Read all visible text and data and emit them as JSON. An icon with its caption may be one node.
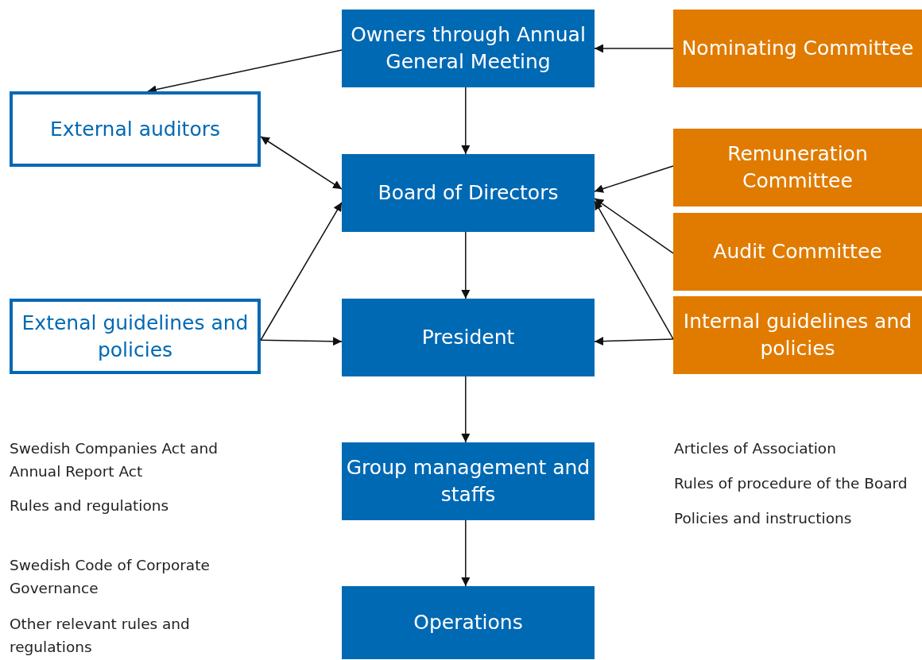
{
  "diagram": {
    "nodes": [
      {
        "text": [
          "Owners through Annual General Meeting"
        ]
      },
      {
        "text": [
          "Nominating Committee"
        ]
      },
      {
        "text": [
          "External auditors"
        ]
      },
      {
        "text": [
          "Board of Directors"
        ]
      },
      {
        "text": [
          "Remuneration Committee"
        ]
      },
      {
        "text": [
          "Audit Committee"
        ]
      },
      {
        "text": [
          "Extenal guidelines and policies"
        ]
      },
      {
        "text": [
          "President"
        ]
      },
      {
        "text": [
          "Internal guidelines and policies"
        ]
      },
      {
        "text": [
          "Group management and staffs"
        ]
      },
      {
        "text": [
          "Operations"
        ]
      }
    ],
    "edges": [
      {
        "from": 1,
        "to": 0,
        "arrow": "to"
      },
      {
        "from": 0,
        "to": 2,
        "arrow": "to"
      },
      {
        "from": 2,
        "to": 3,
        "arrow": "both"
      },
      {
        "from": 0,
        "to": 3,
        "arrow": "to"
      },
      {
        "from": 4,
        "to": 3,
        "arrow": "to"
      },
      {
        "from": 5,
        "to": 3,
        "arrow": "to"
      },
      {
        "from": 8,
        "to": 3,
        "arrow": "to"
      },
      {
        "from": 8,
        "to": 7,
        "arrow": "to"
      },
      {
        "from": 6,
        "to": 3,
        "arrow": "to"
      },
      {
        "from": 6,
        "to": 7,
        "arrow": "to"
      },
      {
        "from": 3,
        "to": 7,
        "arrow": "to"
      },
      {
        "from": 7,
        "to": 9,
        "arrow": "to"
      },
      {
        "from": 9,
        "to": 10,
        "arrow": "to"
      }
    ],
    "labels": [
      "Swedish Companies Act and Annual Report Act",
      "Rules and regulations",
      "Swedish Code of Corporate Governance",
      "Other relevant rules and regulations",
      "Articles of Association",
      "Rules of procedure of the Board",
      "Policies and instructions"
    ]
  }
}
